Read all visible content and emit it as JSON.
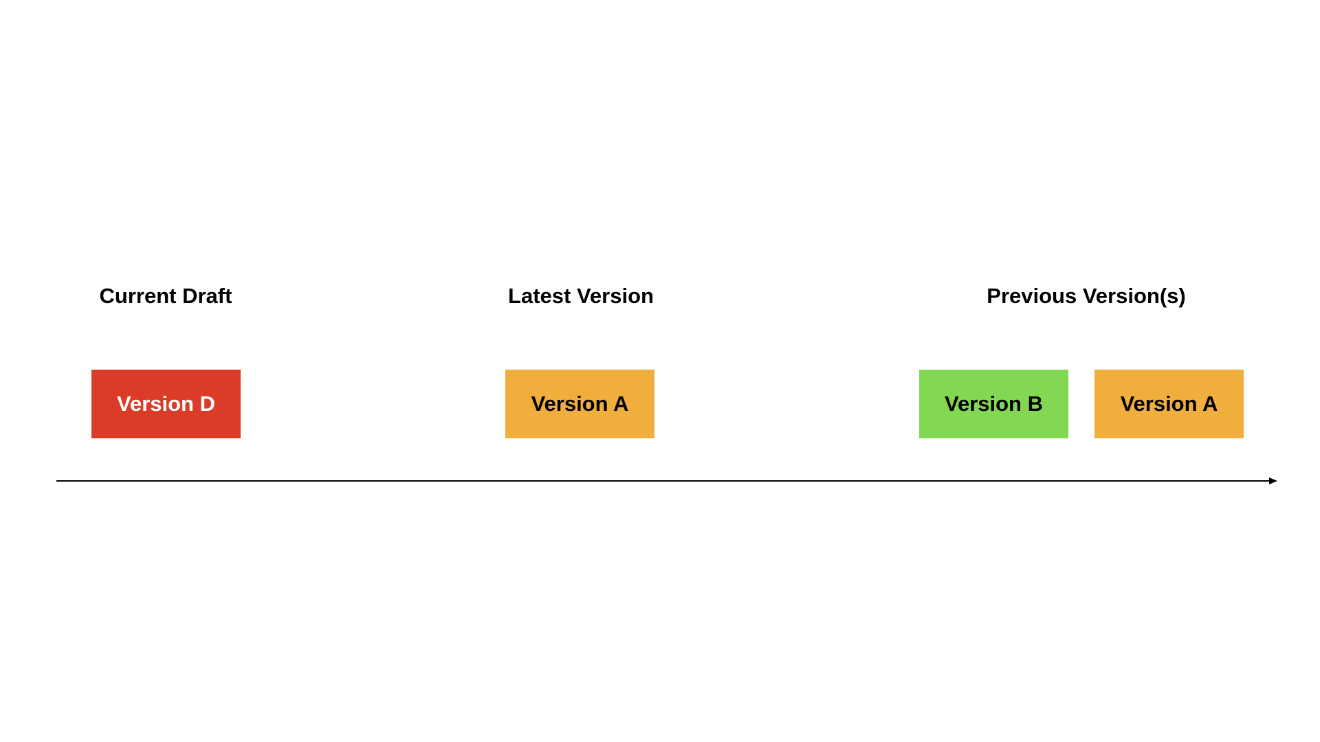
{
  "headings": {
    "current": "Current Draft",
    "latest": "Latest Version",
    "previous": "Previous Version(s)"
  },
  "boxes": {
    "current_draft": {
      "label": "Version D",
      "fill": "#db3c27",
      "text_color": "#ffffff"
    },
    "latest_version": {
      "label": "Version A",
      "fill": "#f0ae3c",
      "text_color": "#000000"
    },
    "previous_1": {
      "label": "Version B",
      "fill": "#82d852",
      "text_color": "#000000"
    },
    "previous_2": {
      "label": "Version A",
      "fill": "#f0ae3c",
      "text_color": "#000000"
    }
  },
  "timeline": {
    "direction": "left-to-right",
    "color": "#000000"
  }
}
